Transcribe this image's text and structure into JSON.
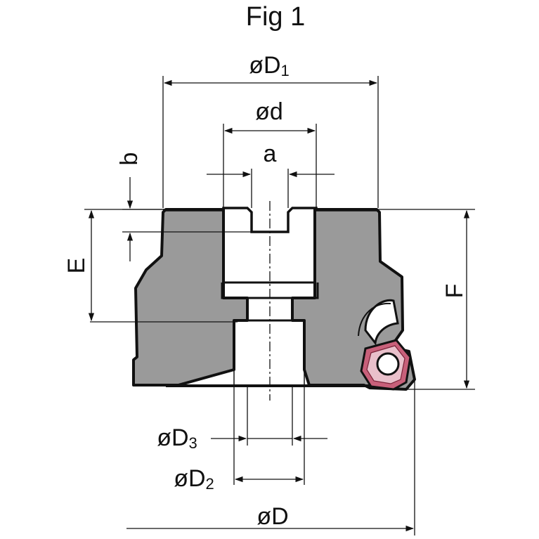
{
  "figure": {
    "title": "Fig 1"
  },
  "labels": {
    "D1": {
      "main": "øD",
      "sub": "1"
    },
    "d": {
      "main": "ød",
      "sub": ""
    },
    "a": {
      "main": "a",
      "sub": ""
    },
    "b": {
      "main": "b",
      "sub": ""
    },
    "E": {
      "main": "E",
      "sub": ""
    },
    "F": {
      "main": "F",
      "sub": ""
    },
    "D3": {
      "main": "øD",
      "sub": "3"
    },
    "D2": {
      "main": "øD",
      "sub": "2"
    },
    "D": {
      "main": "øD",
      "sub": ""
    }
  },
  "colors": {
    "body_fill": "#9a9a9a",
    "outline": "#111111",
    "insert": "#c8607a",
    "background": "#ffffff"
  }
}
